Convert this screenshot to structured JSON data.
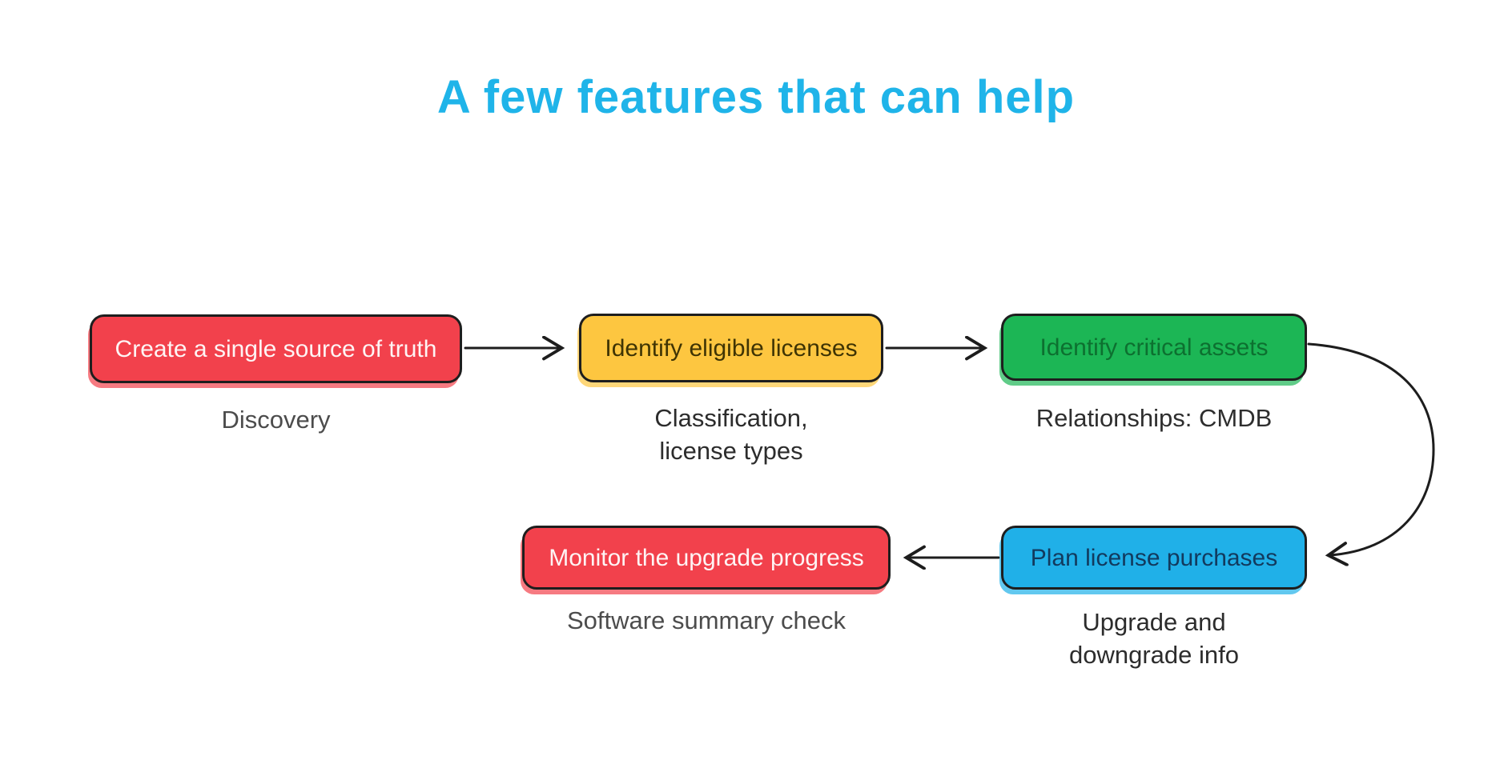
{
  "title": {
    "text": "A few features that can help",
    "color": "#1fb4e9"
  },
  "diagram": {
    "stroke_color": "#1d1d1d",
    "background_color": "#ffffff"
  },
  "nodes": [
    {
      "id": "create-single-source-of-truth",
      "label": "Create a single source of truth",
      "fill": "#f2414c",
      "text_color": "#fef4f4",
      "caption_lines": [
        "Discovery"
      ]
    },
    {
      "id": "identify-eligible-licenses",
      "label": "Identify eligible licenses",
      "fill": "#fdc640",
      "text_color": "#3f3404",
      "caption_lines": [
        "Classification,",
        "license types"
      ]
    },
    {
      "id": "identify-critical-assets",
      "label": "Identify critical assets",
      "fill": "#1cb655",
      "text_color": "#0d7030",
      "caption_lines": [
        "Relationships: CMDB"
      ]
    },
    {
      "id": "plan-license-purchases",
      "label": "Plan license purchases",
      "fill": "#20b0e8",
      "text_color": "#123a5e",
      "caption_lines": [
        "Upgrade and",
        "downgrade info"
      ]
    },
    {
      "id": "monitor-the-upgrade-progress",
      "label": "Monitor the upgrade progress",
      "fill": "#f2414c",
      "text_color": "#fef4f4",
      "caption_lines": [
        "Software summary check"
      ]
    }
  ],
  "connections": [
    {
      "from": "create-single-source-of-truth",
      "to": "identify-eligible-licenses",
      "shape": "straight-right"
    },
    {
      "from": "identify-eligible-licenses",
      "to": "identify-critical-assets",
      "shape": "straight-right"
    },
    {
      "from": "identify-critical-assets",
      "to": "plan-license-purchases",
      "shape": "right-side-arc-down"
    },
    {
      "from": "plan-license-purchases",
      "to": "monitor-the-upgrade-progress",
      "shape": "straight-left"
    }
  ]
}
